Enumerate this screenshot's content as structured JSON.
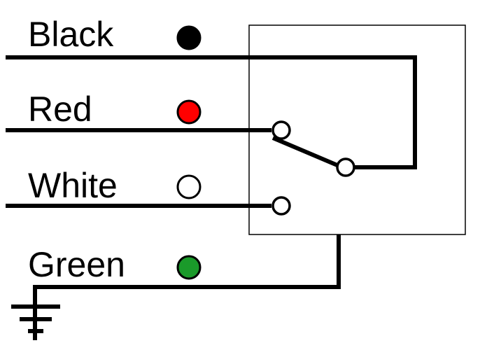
{
  "wires": [
    {
      "label": "Black",
      "color": "#000000"
    },
    {
      "label": "Red",
      "color": "#ff0000"
    },
    {
      "label": "White",
      "color": "#ffffff"
    },
    {
      "label": "Green",
      "color": "#1a9a2a"
    }
  ]
}
